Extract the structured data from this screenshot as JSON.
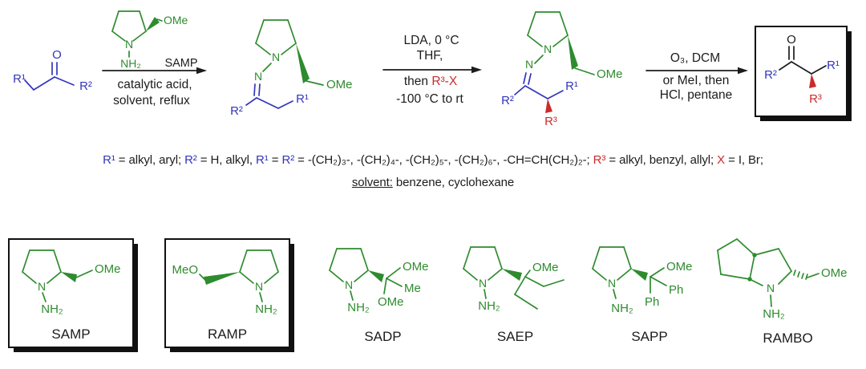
{
  "colors": {
    "auxiliary_green": "#2e8b2e",
    "substituent_blue": "#3535bd",
    "substituent_red": "#cc2b2b",
    "text_black": "#1c1c1c"
  },
  "conditions": {
    "step1": {
      "reagent_name": "SAMP",
      "line1": "catalytic acid,",
      "line2": "solvent, reflux"
    },
    "step2": {
      "above1": "LDA, 0 °C",
      "above2": "THF,",
      "below1": [
        {
          "t": "then ",
          "c": "#1c1c1c"
        },
        {
          "t": "R³-X",
          "c": "#cc2b2b"
        }
      ],
      "below2": "-100 °C to rt"
    },
    "step3": {
      "above1": "O₃, DCM",
      "below1": "or MeI, then",
      "below2": "HCl, pentane"
    }
  },
  "structures": {
    "ketone": {
      "r1": "R¹",
      "o": "O",
      "r2": "R²"
    },
    "samp_reagent": {
      "n": "N",
      "nh2": "NH₂",
      "ome": "OMe"
    },
    "hydrazone": {
      "ring_n": "N",
      "imine_n": "N",
      "ome": "OMe",
      "r2": "R²",
      "r1": "R¹"
    },
    "alkylated_hydrazone": {
      "ring_n": "N",
      "imine_n": "N",
      "ome": "OMe",
      "r2": "R²",
      "r1": "R¹",
      "r3": "R³"
    },
    "product": {
      "o": "O",
      "r2": "R²",
      "r1": "R¹",
      "r3": "R³"
    }
  },
  "definitions": {
    "line1": [
      {
        "t": "R¹",
        "c": "#3535bd"
      },
      {
        "t": " = alkyl, aryl; ",
        "c": "#1c1c1c"
      },
      {
        "t": "R²",
        "c": "#3535bd"
      },
      {
        "t": " = H, alkyl, ",
        "c": "#1c1c1c"
      },
      {
        "t": "R¹",
        "c": "#3535bd"
      },
      {
        "t": " = ",
        "c": "#1c1c1c"
      },
      {
        "t": "R²",
        "c": "#3535bd"
      },
      {
        "t": " = -(CH₂)₃-, -(CH₂)₄-, -(CH₂)₅-, -(CH₂)₆-, -CH=CH(CH₂)₂-; ",
        "c": "#1c1c1c"
      },
      {
        "t": "R³",
        "c": "#cc2b2b"
      },
      {
        "t": " = alkyl, benzyl, allyl; ",
        "c": "#1c1c1c"
      },
      {
        "t": "X",
        "c": "#cc2b2b"
      },
      {
        "t": " = I, Br;",
        "c": "#1c1c1c"
      }
    ],
    "line2": [
      {
        "t": "solvent:",
        "c": "#1c1c1c",
        "u": true
      },
      {
        "t": " benzene, cyclohexane",
        "c": "#1c1c1c"
      }
    ]
  },
  "auxiliaries": {
    "samp": {
      "caption": "SAMP",
      "n": "N",
      "nh2": "NH₂",
      "ome": "OMe"
    },
    "ramp": {
      "caption": "RAMP",
      "n": "N",
      "nh2": "NH₂",
      "meo": "MeO"
    },
    "sadp": {
      "caption": "SADP",
      "n": "N",
      "nh2": "NH₂",
      "ome_top": "OMe",
      "me": "Me",
      "ome_bottom": "OMe"
    },
    "saep": {
      "caption": "SAEP",
      "n": "N",
      "nh2": "NH₂",
      "ome": "OMe"
    },
    "sapp": {
      "caption": "SAPP",
      "n": "N",
      "nh2": "NH₂",
      "ome": "OMe",
      "ph_right": "Ph",
      "ph_down": "Ph"
    },
    "rambo": {
      "caption": "RAMBO",
      "n": "N",
      "nh2": "NH₂",
      "ome": "OMe"
    }
  }
}
